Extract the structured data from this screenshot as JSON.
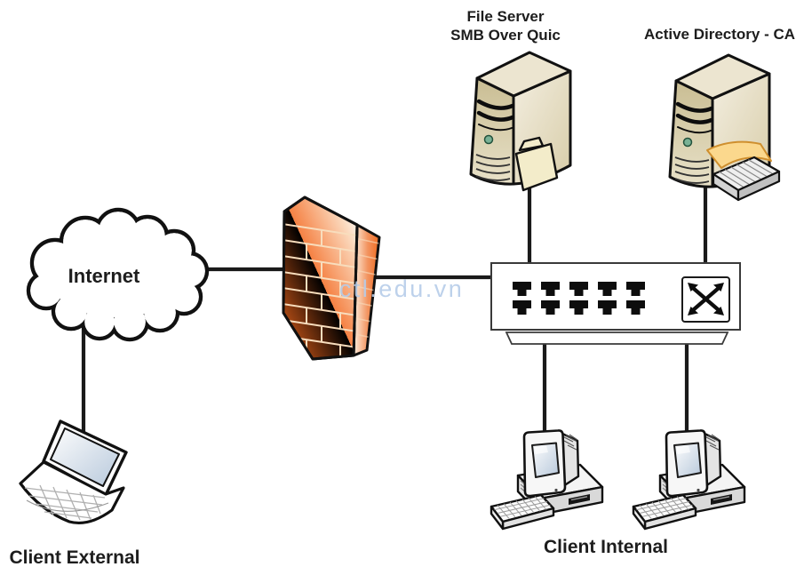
{
  "diagram": {
    "watermark": "ctl.edu.vn",
    "watermark_color": "#b6cde9",
    "label_color": "#1d1d1d",
    "firewall_orange": "#f2701f",
    "server_beige": "#d5caa3",
    "nodes": {
      "internet": {
        "label": "Internet",
        "type": "cloud"
      },
      "firewall": {
        "type": "firewall"
      },
      "lan_switch": {
        "type": "switch",
        "ports": 10
      },
      "file_server": {
        "label": "File Server\nSMB Over Quic",
        "type": "server"
      },
      "active_directory": {
        "label": "Active Directory - CA",
        "type": "server"
      },
      "client_external": {
        "label": "Client External",
        "type": "laptop"
      },
      "client_internal": {
        "label": "Client Internal",
        "type": "desktop-pair"
      }
    },
    "connections": [
      {
        "from": "internet",
        "to": "firewall"
      },
      {
        "from": "firewall",
        "to": "lan_switch"
      },
      {
        "from": "file_server",
        "to": "lan_switch"
      },
      {
        "from": "active_directory",
        "to": "lan_switch"
      },
      {
        "from": "lan_switch",
        "to": "client_internal_pc1"
      },
      {
        "from": "lan_switch",
        "to": "client_internal_pc2"
      },
      {
        "from": "internet",
        "to": "client_external"
      }
    ]
  }
}
